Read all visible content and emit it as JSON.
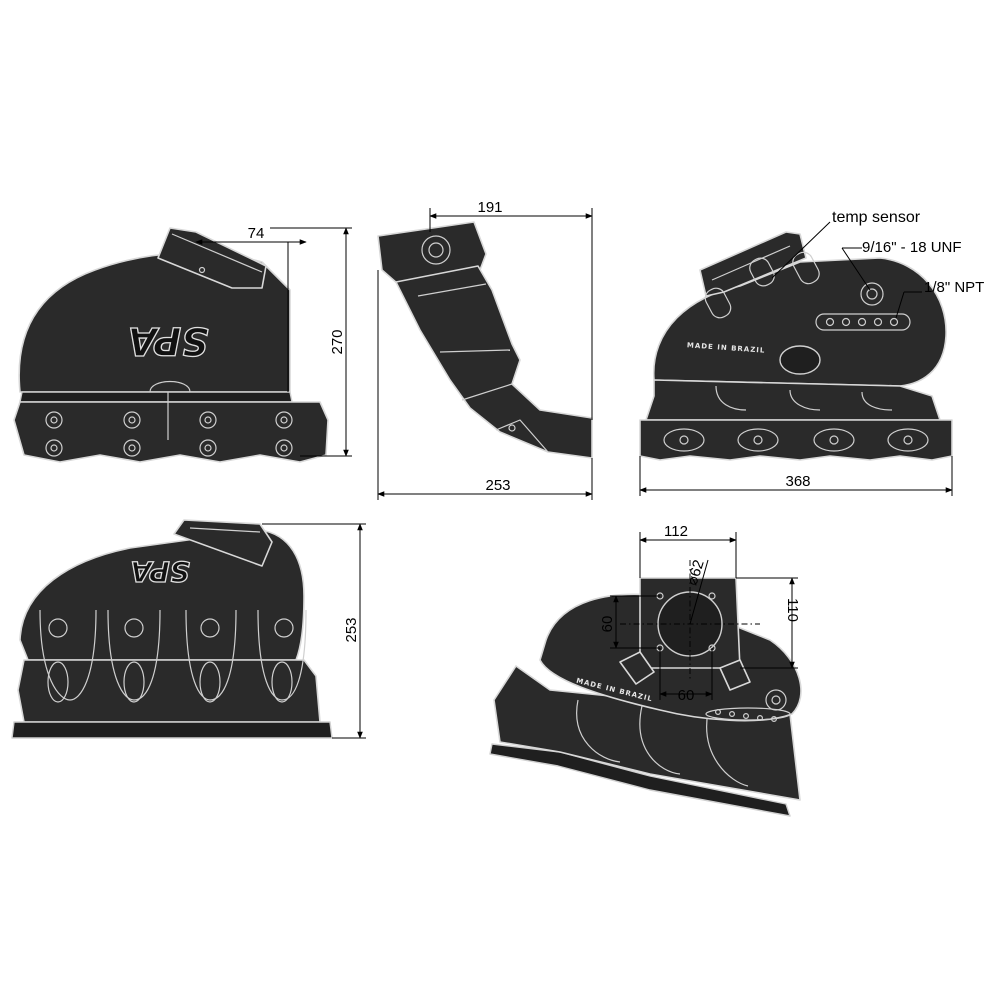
{
  "views": {
    "side_left": {
      "dim_width": "74",
      "dim_height": "270"
    },
    "side_profile": {
      "dim_top": "191",
      "dim_bottom": "253"
    },
    "front": {
      "dim_width": "368",
      "labels": {
        "temp_sensor": "temp sensor",
        "thread": "9/16\" - 18 UNF",
        "npt": "1/8\" NPT"
      },
      "stamp": "MADE IN BRAZIL"
    },
    "rear": {
      "dim_height": "253",
      "logo": "SPA"
    },
    "iso": {
      "dim_flange_width": "112",
      "dim_bore": "⌀62",
      "dim_flange_height": "110",
      "dim_bolt_v": "60",
      "dim_bolt_h": "60",
      "stamp": "MADE IN BRAZIL"
    }
  },
  "logo_text": "SPA",
  "colors": {
    "part": "#2a2a2a",
    "highlight": "#d8d8d8",
    "dimension": "#000000"
  }
}
